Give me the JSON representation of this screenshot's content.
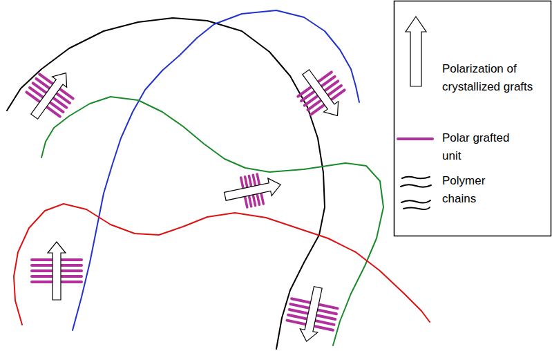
{
  "diagram": {
    "legend": [
      {
        "text": "Polarization of crystallized grafts"
      },
      {
        "text": "Polar grafted unit"
      },
      {
        "text": "Polymer chains"
      }
    ]
  }
}
